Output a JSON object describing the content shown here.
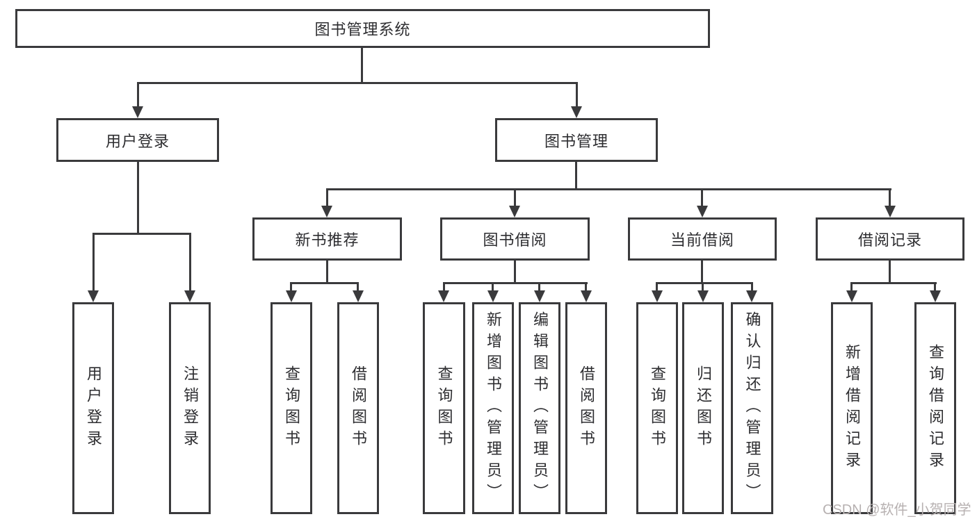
{
  "tree": {
    "root": {
      "label": "图书管理系统"
    },
    "branches": [
      {
        "label": "用户登录",
        "children": [
          "用户登录",
          "注销登录"
        ]
      },
      {
        "label": "图书管理",
        "children": [
          {
            "label": "新书推荐",
            "children": [
              "查询图书",
              "借阅图书"
            ]
          },
          {
            "label": "图书借阅",
            "children": [
              "查询图书",
              "新增图书（管理员）",
              "编辑图书（管理员）",
              "借阅图书"
            ]
          },
          {
            "label": "当前借阅",
            "children": [
              "查询图书",
              "归还图书",
              "确认归还（管理员）"
            ]
          },
          {
            "label": "借阅记录",
            "children": [
              "新增借阅记录",
              "查询借阅记录"
            ]
          }
        ]
      }
    ]
  },
  "watermark": {
    "text": "CSDN @软件_小贺同学"
  },
  "colors": {
    "line": "#3a3a3c",
    "text": "#2d2d30",
    "background": "#ffffff",
    "watermark": "#b7b1b1"
  }
}
